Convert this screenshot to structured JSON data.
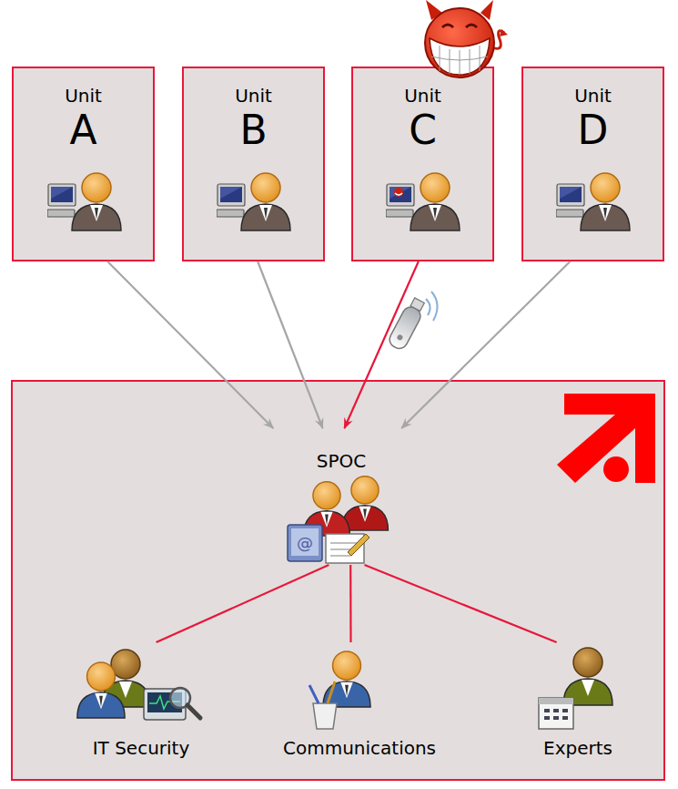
{
  "diagram": {
    "nodes": [
      {
        "text": [
          "Unit",
          "A"
        ]
      },
      {
        "text": [
          "Unit",
          "B"
        ]
      },
      {
        "text": [
          "Unit",
          "C"
        ]
      },
      {
        "text": [
          "Unit",
          "D"
        ]
      },
      {
        "text": [
          "SPOC"
        ]
      },
      {
        "text": [
          "IT Security"
        ]
      },
      {
        "text": [
          "Communications"
        ]
      },
      {
        "text": [
          "Experts"
        ]
      }
    ],
    "edges": [
      {
        "from": 0,
        "to": 4,
        "arrow": "to"
      },
      {
        "from": 1,
        "to": 4,
        "arrow": "to"
      },
      {
        "from": 2,
        "to": 4,
        "arrow": "to"
      },
      {
        "from": 3,
        "to": 4,
        "arrow": "to"
      },
      {
        "from": 4,
        "to": 5,
        "arrow": "none"
      },
      {
        "from": 4,
        "to": 6,
        "arrow": "none"
      },
      {
        "from": 4,
        "to": 7,
        "arrow": "none"
      }
    ]
  }
}
